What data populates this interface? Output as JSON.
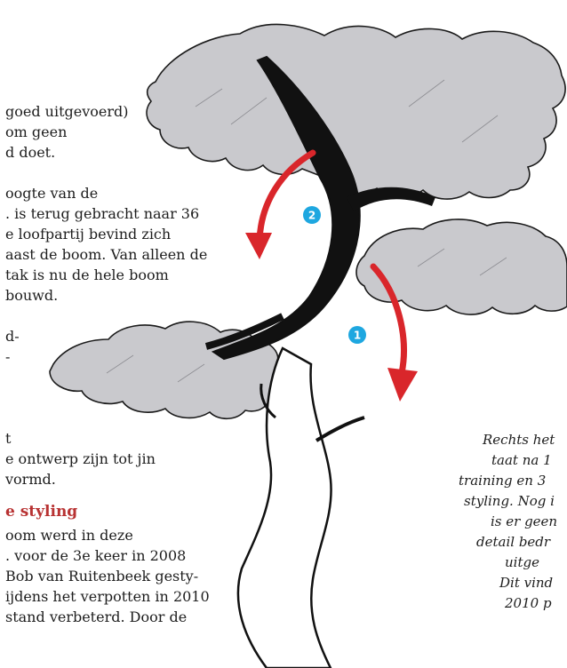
{
  "left_column": {
    "para1": [
      "goed uitgevoerd)",
      "om geen",
      "d doet."
    ],
    "para2": [
      "oogte van de",
      ". is terug gebracht naar 36",
      "e loofpartij bevind zich",
      "aast de boom. Van alleen de",
      "tak is nu de hele boom",
      "bouwd."
    ],
    "para3": [
      "d-",
      "-"
    ],
    "para4": [
      "t",
      "e ontwerp zijn tot jin",
      "vormd."
    ],
    "heading": "e styling",
    "para5": [
      "oom werd in deze",
      ". voor de 3e keer in 2008",
      "Bob van Ruitenbeek gesty-",
      "ijdens het verpotten in 2010",
      "stand verbeterd. Door de"
    ]
  },
  "caption_lines": [
    "Rechts het",
    "taat na 1",
    "training en 3",
    "styling. Nog i",
    "is er geen",
    "detail bedr",
    "uitge",
    "Dit vind",
    "2010 p"
  ],
  "illustration": {
    "arrows": [
      {
        "label": "1"
      },
      {
        "label": "2"
      }
    ],
    "colors": {
      "arrow": "#d9262b",
      "badge": "#1ea7e0",
      "foliage": "#c9c9cd",
      "trunk": "#111111"
    }
  }
}
